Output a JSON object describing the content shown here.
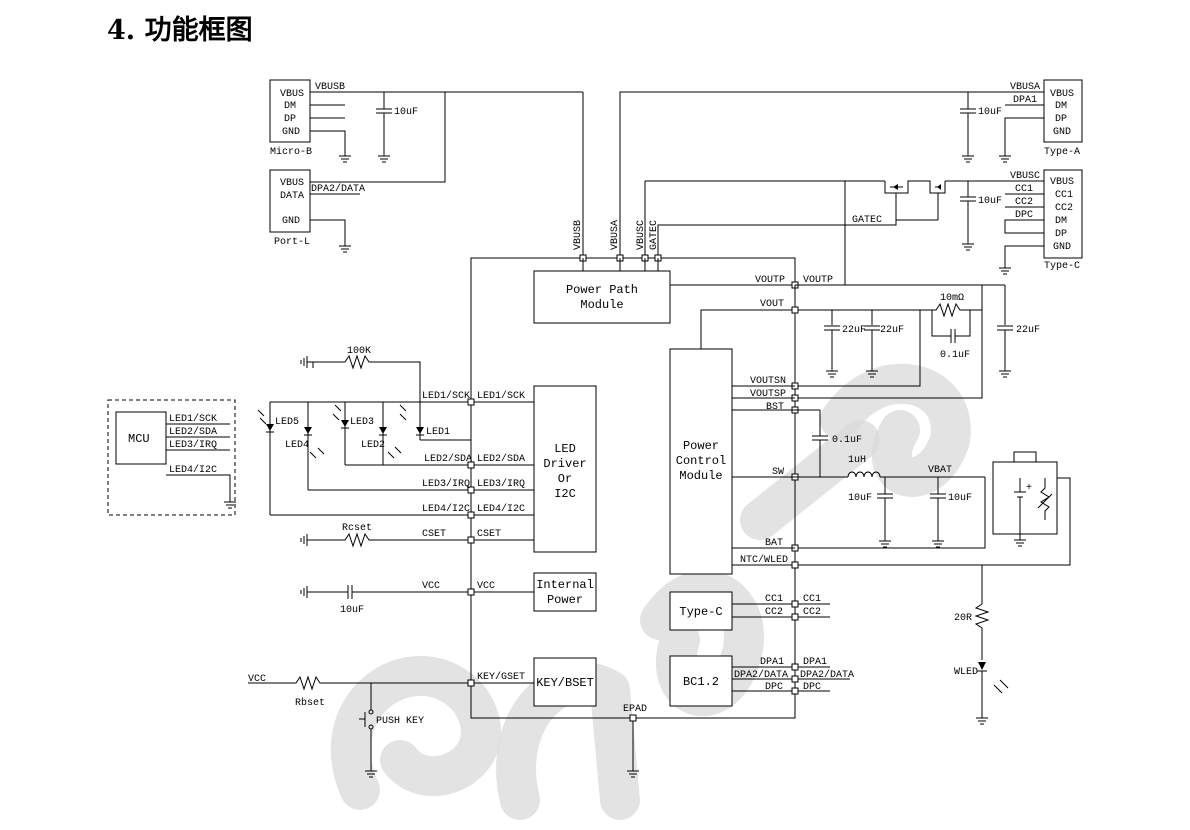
{
  "heading": "4. 功能框图",
  "connectors": {
    "micro_b": {
      "name": "Micro-B",
      "pins": [
        "VBUS",
        "DM",
        "DP",
        "GND"
      ]
    },
    "port_l": {
      "name": "Port-L",
      "pins": [
        "VBUS",
        "DATA",
        "GND"
      ]
    },
    "type_a": {
      "name": "Type-A",
      "pins": [
        "VBUS",
        "DM",
        "DP",
        "GND"
      ]
    },
    "type_c": {
      "name": "Type-C",
      "pins": [
        "VBUS",
        "CC1",
        "CC2",
        "DM",
        "DP",
        "GND"
      ]
    }
  },
  "mcu": {
    "name": "MCU",
    "pins": [
      "LED1/SCK",
      "LED2/SDA",
      "LED3/IRQ",
      "LED4/I2C"
    ]
  },
  "blocks": {
    "power_path": [
      "Power Path",
      "Module"
    ],
    "led_driver": [
      "LED",
      "Driver",
      "Or",
      "I2C"
    ],
    "internal_power": [
      "Internal",
      "Power"
    ],
    "key_bset": "KEY/BSET",
    "power_control": [
      "Power",
      "Control",
      "Module"
    ],
    "type_c": "Type-C",
    "bc12": "BC1.2"
  },
  "chip_pins": {
    "top": [
      "VBUSB",
      "VBUSA",
      "VBUSC",
      "GATEC"
    ],
    "left": [
      "LED1/SCK",
      "LED2/SDA",
      "LED3/IRQ",
      "LED4/I2C",
      "CSET",
      "VCC",
      "KEY/GSET"
    ],
    "right": [
      "VOUTP",
      "VOUT",
      "VOUTSN",
      "VOUTSP",
      "BST",
      "SW",
      "BAT",
      "NTC/WLED",
      "CC1",
      "CC2",
      "DPA1",
      "DPA2/DATA",
      "DPC"
    ],
    "bottom": "EPAD"
  },
  "nets": {
    "vbusb": "VBUSB",
    "dpa2_data": "DPA2/DATA",
    "vbusa": "VBUSA",
    "dpa1": "DPA1",
    "vbusc": "VBUSC",
    "cc1": "CC1",
    "cc2": "CC2",
    "dpc": "DPC",
    "gatec": "GATEC",
    "voutp": "VOUTP",
    "vbat": "VBAT",
    "vcc": "VCC"
  },
  "components": {
    "cap_microb": "10uF",
    "cap_typea": "10uF",
    "cap_typec": "10uF",
    "cap_out1": "22uF",
    "cap_out2": "22uF",
    "cap_out3": "22uF",
    "res_sense": "10mΩ",
    "cap_sense": "0.1uF",
    "cap_bst": "0.1uF",
    "inductor": "1uH",
    "cap_sw": "10uF",
    "cap_bat": "10uF",
    "res_pullup": "100K",
    "res_cset": "Rcset",
    "cap_vcc": "10uF",
    "res_bset": "Rbset",
    "push_key": "PUSH KEY",
    "res_wled": "20R",
    "wled": "WLED"
  },
  "leds": [
    "LED5",
    "LED4",
    "LED3",
    "LED2",
    "LED1"
  ],
  "watermark_color": "#d9d9d9"
}
